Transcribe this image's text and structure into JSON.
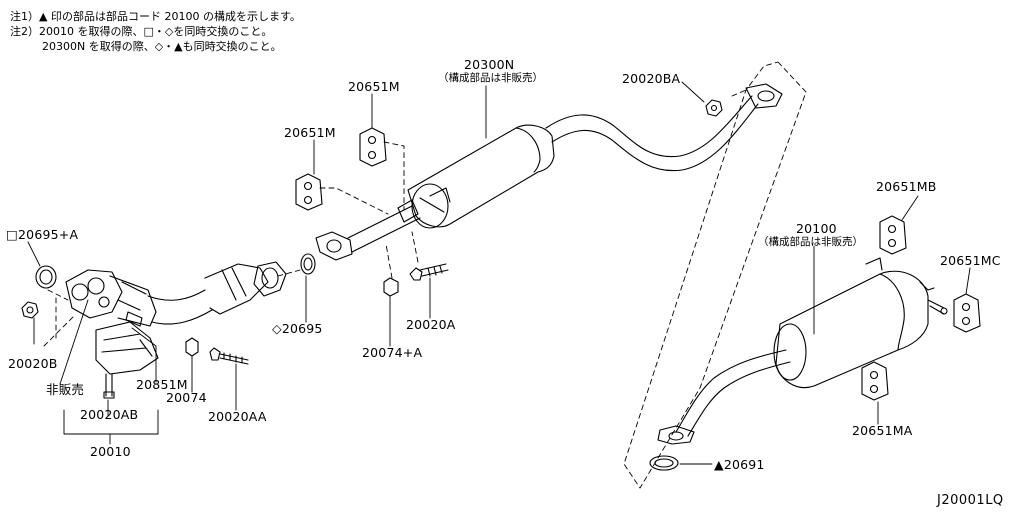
{
  "notes": [
    "注1）▲ 印の部品は部品コード 20100 の構成を示します。",
    "注2）20010 を取得の際、□・◇を同時交換のこと。",
    "20300N を取得の際、◇・▲も同時交換のこと。"
  ],
  "labels": {
    "p20300N": "20300N",
    "p20300N_sub": "（構成部品は非販売）",
    "p20651M_top": "20651M",
    "p20651M_mid": "20651M",
    "p20020BA": "20020BA",
    "p20695A": "□20695+A",
    "p20020B": "20020B",
    "not_sold": "非販売",
    "p20020AB": "20020AB",
    "p20010": "20010",
    "p20851M": "20851M",
    "p20074": "20074",
    "p20020AA": "20020AA",
    "p20695": "◇20695",
    "p20074A": "20074+A",
    "p20020A": "20020A",
    "p20651MB": "20651MB",
    "p20100": "20100",
    "p20100_sub": "（構成部品は非販売）",
    "p20651MC": "20651MC",
    "p20651MA": "20651MA",
    "p20691": "▲20691"
  },
  "diagram_code": "J20001LQ"
}
